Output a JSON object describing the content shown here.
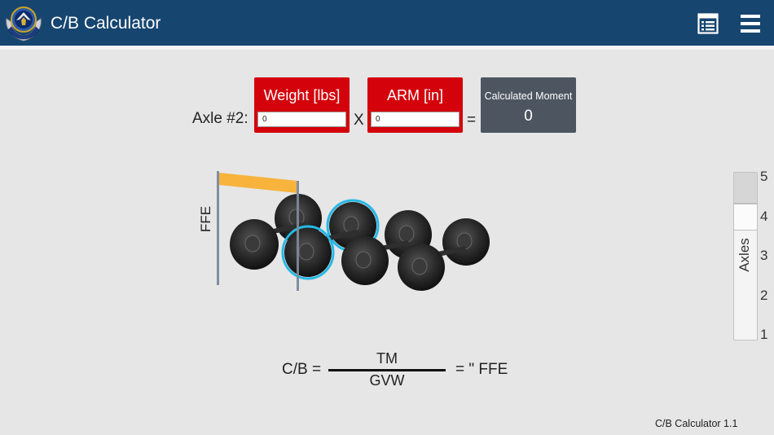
{
  "header": {
    "title": "C/B Calculator",
    "background": "#164570"
  },
  "calculator": {
    "axle_label": "Axle #2:",
    "weight": {
      "title": "Weight [lbs]",
      "value": "0"
    },
    "times_symbol": "X",
    "arm": {
      "title": "ARM [in]",
      "value": "0"
    },
    "equals_symbol": "=",
    "moment": {
      "title": "Calculated Moment",
      "value": "0"
    },
    "input_box_color": "#d3020b",
    "moment_box_color": "#4d5561"
  },
  "diagram": {
    "ffe_label": "FFE",
    "selected_axle": 2,
    "axle_count": 4,
    "highlight_color": "#27b9e6",
    "ffe_bar_color": "#f7b33b"
  },
  "axle_selector": {
    "label": "Axles",
    "ticks": [
      "5",
      "4",
      "3",
      "2",
      "1"
    ],
    "selected": "4"
  },
  "formula": {
    "lhs": "C/B =",
    "numerator": "TM",
    "denominator": "GVW",
    "rhs": "=  \" FFE"
  },
  "footer": {
    "version": "C/B Calculator 1.1"
  }
}
